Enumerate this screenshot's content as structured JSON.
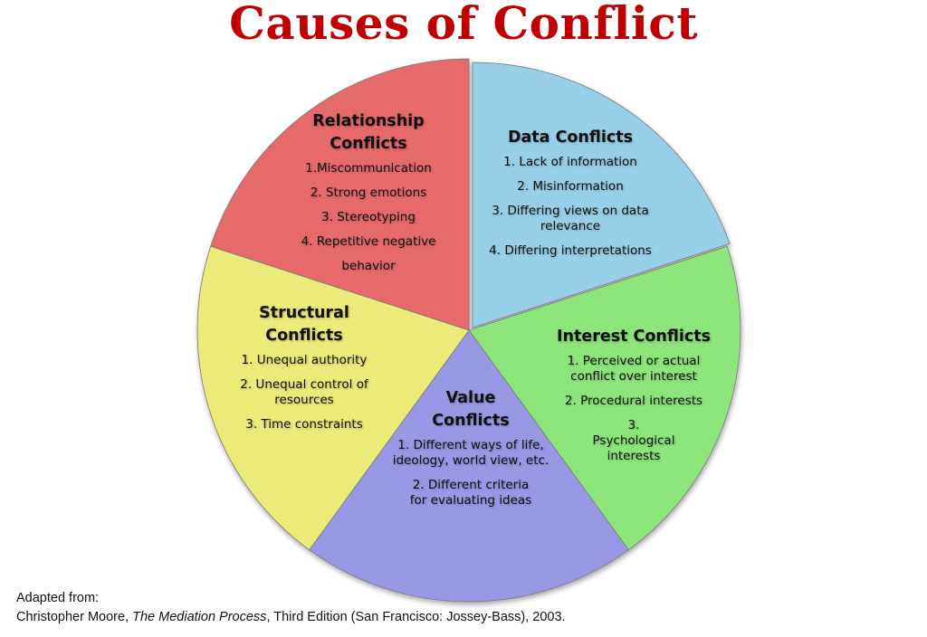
{
  "title": "Causes of Conflict",
  "colors": {
    "title": "#c00000",
    "relationship": "#e76a6b",
    "data": "#98cfe8",
    "interest": "#8de47a",
    "value": "#9898e4",
    "structural": "#ebeb7a"
  },
  "segments": [
    {
      "id": "relationship",
      "heading_line1": "Relationship",
      "heading_line2": "Conflicts",
      "items": [
        "1.Miscommunication",
        "2. Strong emotions",
        "3. Stereotyping",
        "4. Repetitive negative",
        "behavior"
      ]
    },
    {
      "id": "data",
      "heading_line1": "Data Conflicts",
      "items": [
        "1. Lack of information",
        "2. Misinformation",
        "3. Differing views on data relevance",
        "4. Differing interpretations"
      ]
    },
    {
      "id": "interest",
      "heading_line1": "Interest Conflicts",
      "items": [
        "1. Perceived or actual conflict over interest",
        "2. Procedural interests",
        "3. Psychological interests"
      ]
    },
    {
      "id": "value",
      "heading_line1": "Value",
      "heading_line2": "Conflicts",
      "items": [
        "1. Different ways of life, ideology, world view, etc.",
        "2. Different criteria for evaluating ideas"
      ]
    },
    {
      "id": "structural",
      "heading_line1": "Structural",
      "heading_line2": "Conflicts",
      "items": [
        "1. Unequal authority",
        "2. Unequal control of resources",
        "3. Time constraints"
      ]
    }
  ],
  "footer": {
    "line1": "Adapted from:",
    "author": "Christopher Moore, ",
    "book": "The Mediation Process",
    "rest": ", Third Edition (San Francisco: Jossey-Bass), 2003."
  }
}
